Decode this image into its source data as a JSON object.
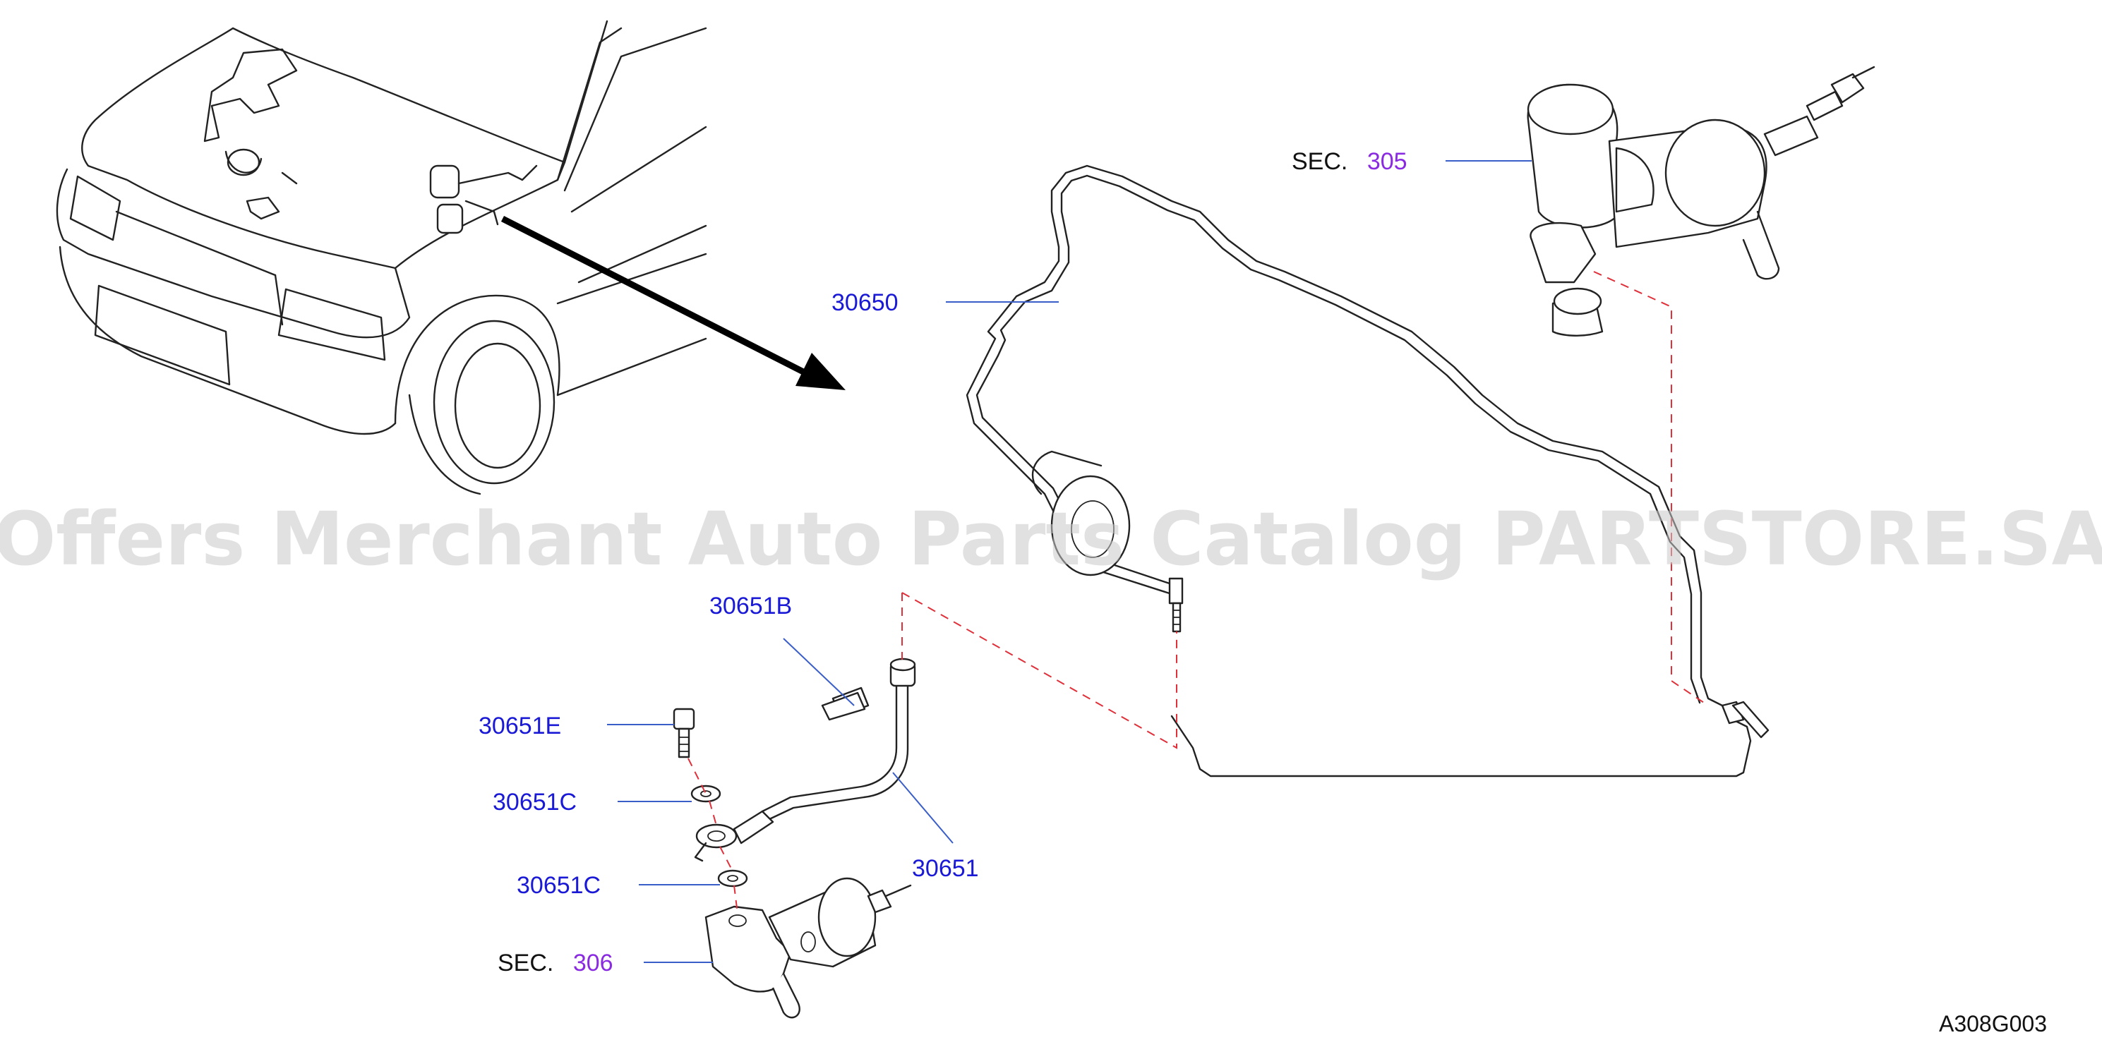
{
  "watermark": "Offers Merchant Auto Parts Catalog PARTSTORE.SA",
  "diagram_ref": "A308G003",
  "callouts": {
    "p30650": "30650",
    "p30651": "30651",
    "p30651B": "30651B",
    "p30651E": "30651E",
    "p30651C_upper": "30651C",
    "p30651C_lower": "30651C"
  },
  "sections": {
    "master": {
      "prefix": "SEC.",
      "number": "305"
    },
    "slave": {
      "prefix": "SEC.",
      "number": "306"
    }
  },
  "colors": {
    "part_number": "#1a1ad6",
    "section_number": "#8a2be2",
    "leader": "#3a5ec8",
    "dashed_guide": "#e0303a"
  }
}
